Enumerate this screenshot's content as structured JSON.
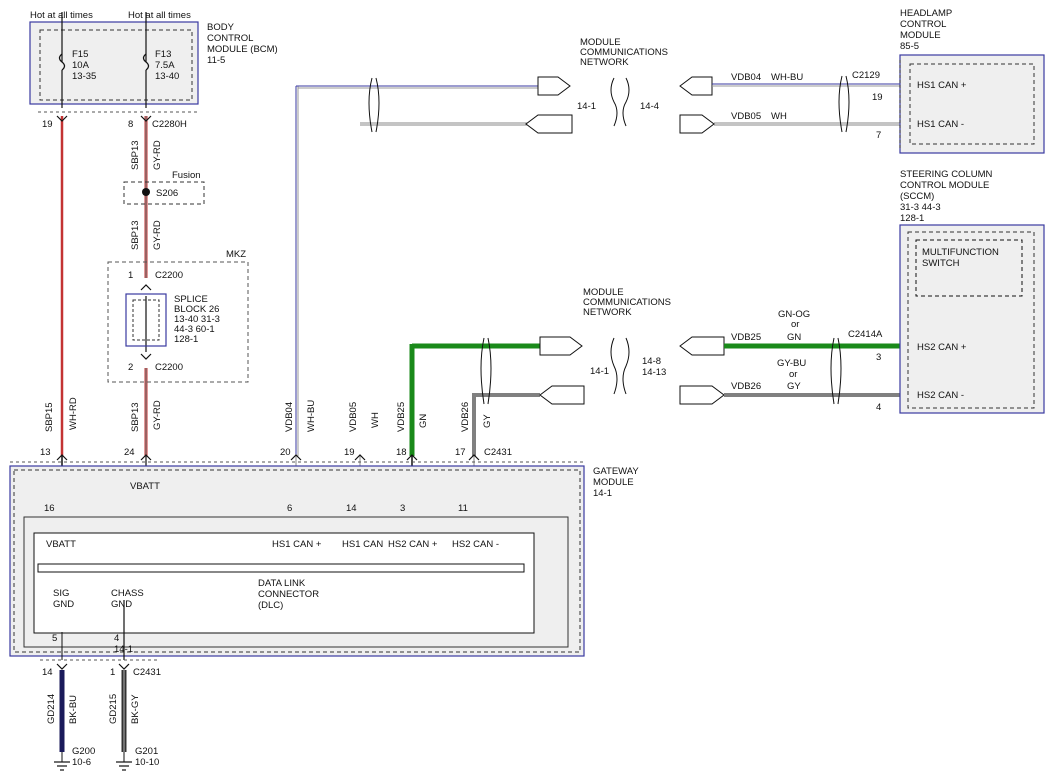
{
  "bcm": {
    "hot1": "Hot at all times",
    "hot2": "Hot at all times",
    "title": [
      "BODY",
      "CONTROL",
      "MODULE (BCM)",
      "11-5"
    ],
    "f15": [
      "F15",
      "10A",
      "13-35"
    ],
    "f13": [
      "F13",
      "7.5A",
      "13-40"
    ],
    "pin19": "19",
    "pin8": "8",
    "conn": "C2280H"
  },
  "wires": {
    "sbp13": "SBP13",
    "gyrd": "GY-RD",
    "sbp15": "SBP15",
    "whrd": "WH-RD",
    "vdb04": "VDB04",
    "whbu": "WH-BU",
    "vdb05": "VDB05",
    "wh": "WH",
    "vdb25": "VDB25",
    "gn": "GN",
    "vdb26": "VDB26",
    "gy": "GY",
    "gd214": "GD214",
    "bkbu": "BK-BU",
    "gd215": "GD215",
    "bkgy": "BK-GY"
  },
  "fusion": {
    "label": "Fusion",
    "splice": "S206"
  },
  "mkz": {
    "label": "MKZ",
    "pin1": "1",
    "c2200a": "C2200",
    "splice": [
      "SPLICE",
      "BLOCK 26",
      "13-40  31-3",
      "44-3   60-1",
      "128-1"
    ],
    "pin2": "2",
    "c2200b": "C2200"
  },
  "network1": {
    "title": [
      "MODULE",
      "COMMUNICATIONS",
      "NETWORK"
    ],
    "left": "14-1",
    "right": "14-4"
  },
  "network2": {
    "title": [
      "MODULE",
      "COMMUNICATIONS",
      "NETWORK"
    ],
    "left": "14-1",
    "right1": "14-8",
    "right2": "14-13"
  },
  "headlamp": {
    "title": [
      "HEADLAMP",
      "CONTROL",
      "MODULE",
      "85-5"
    ],
    "conn": "C2129",
    "vdb04": "VDB04",
    "whbu": "WH-BU",
    "vdb05": "VDB05",
    "wh": "WH",
    "pin19": "19",
    "pin7": "7",
    "hs1p": "HS1 CAN +",
    "hs1m": "HS1 CAN -"
  },
  "sccm": {
    "title": [
      "STEERING COLUMN",
      "CONTROL MODULE",
      "(SCCM)",
      "31-3   44-3",
      "128-1"
    ],
    "mfs": [
      "MULTIFUNCTION",
      "SWITCH"
    ],
    "conn": "C2414A",
    "gnog": "GN-OG",
    "or1": "or",
    "vdb25": "VDB25",
    "gn": "GN",
    "gybu": "GY-BU",
    "or2": "or",
    "vdb26": "VDB26",
    "gy": "GY",
    "pin3": "3",
    "pin4": "4",
    "hs2p": "HS2 CAN +",
    "hs2m": "HS2 CAN -"
  },
  "gateway": {
    "title": [
      "GATEWAY",
      "MODULE",
      "14-1"
    ],
    "vbatt_top": "VBATT",
    "conn_top": "C2431",
    "pins_top": [
      "13",
      "24",
      "20",
      "19",
      "18",
      "17"
    ],
    "pins_inner": [
      "16",
      "6",
      "14",
      "3",
      "11"
    ],
    "vbatt": "VBATT",
    "hs1p": "HS1 CAN +",
    "hs1": "HS1 CAN",
    "hs2p": "HS2 CAN +",
    "hs2m": "HS2 CAN -",
    "sig": [
      "SIG",
      "GND"
    ],
    "chass": [
      "CHASS",
      "GND"
    ],
    "dlc": [
      "DATA LINK",
      "CONNECTOR",
      "(DLC)"
    ],
    "pin5": "5",
    "pin4": "4",
    "ref": "14-1",
    "pin14": "14",
    "pin1": "1",
    "conn_bot": "C2431"
  },
  "grounds": {
    "g200": "G200",
    "g200ref": "10-6",
    "g201": "G201",
    "g201ref": "10-10"
  },
  "colors": {
    "green": "#1a8a1a",
    "gray": "#808080",
    "red": "#c33333",
    "module_fill": "#efefef",
    "blue_border": "#3a3aa0"
  }
}
